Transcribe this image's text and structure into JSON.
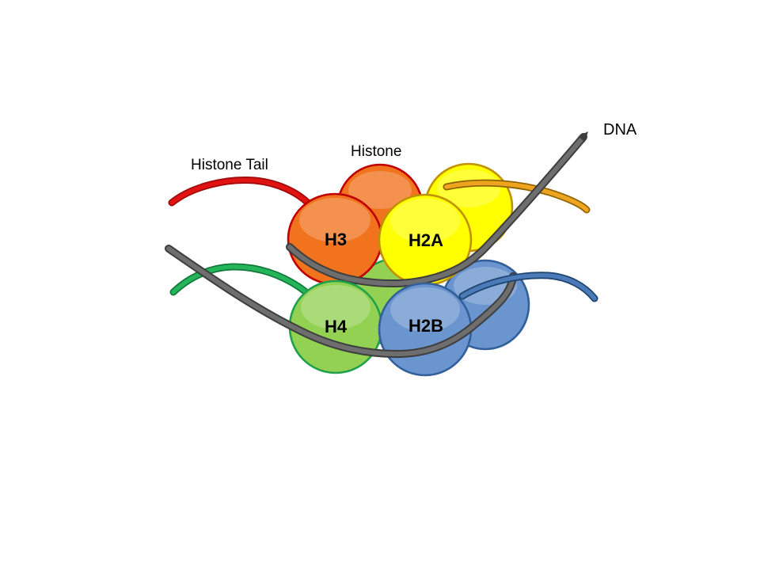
{
  "diagram": {
    "annotations": {
      "histone_tail": "Histone Tail",
      "histone": "Histone",
      "dna": "DNA"
    },
    "histones": {
      "h3": {
        "label": "H3",
        "fill": "#F1731D",
        "rim": "#C00000"
      },
      "h2a": {
        "label": "H2A",
        "fill": "#FFFF02",
        "rim": "#C09100"
      },
      "h4": {
        "label": "H4",
        "fill": "#93D152",
        "rim": "#1FA14C"
      },
      "h2b": {
        "label": "H2B",
        "fill": "#6B95CE",
        "rim": "#31609B"
      }
    },
    "dna_strand": {
      "core": "#6E6E6E",
      "edge": "#3E3E3E"
    },
    "tails": {
      "red": {
        "core": "#E11212",
        "edge": "#9E0B0B"
      },
      "green": {
        "core": "#24B55B",
        "edge": "#117A3A"
      },
      "gold": {
        "core": "#EFA41F",
        "edge": "#8F6400"
      },
      "blue": {
        "core": "#4B7AB8",
        "edge": "#1E4470"
      }
    },
    "text_color": "#000000",
    "background": "#FFFFFF"
  }
}
